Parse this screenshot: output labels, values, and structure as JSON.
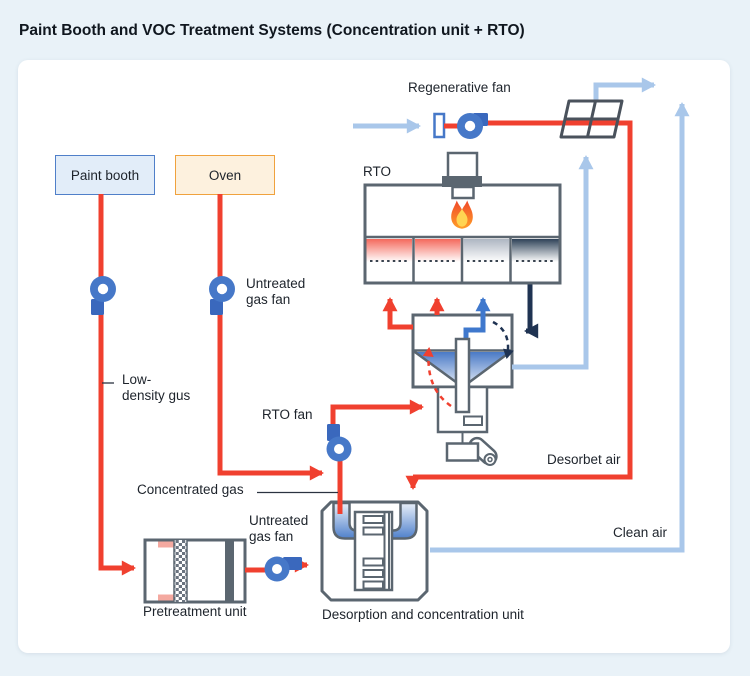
{
  "title": "Paint Booth and VOC Treatment Systems (Concentration unit + RTO)",
  "panel": {
    "nodes": {
      "paint_booth": "Paint booth",
      "oven": "Oven",
      "rto": "RTO",
      "pretreatment_unit": "Pretreatment unit",
      "desorption_unit": "Desorption and concentration unit"
    },
    "labels": {
      "regenerative_fan": "Regenerative fan",
      "untreated_gas_fan_top": "Untreated\ngas fan",
      "low_density_gas": "Low-\ndensity gus",
      "rto_fan": "RTO fan",
      "concentrated_gas": "Concentrated gas",
      "untreated_gas_fan_bottom": "Untreated\ngas fan",
      "desorbet_air": "Desorbet air",
      "clean_air": "Clean air"
    },
    "colors": {
      "red": "#f0402f",
      "lb": "#a9c7ea",
      "blue": "#3f78cd",
      "navy": "#1f3352",
      "fan": "#4678c8",
      "fantail": "#3a68bd",
      "outline": "#5b6670",
      "booth_fill": "#e2edf9",
      "booth_border": "#4f7fc9",
      "oven_fill": "#fdf1de",
      "oven_border": "#f0a23d"
    }
  }
}
